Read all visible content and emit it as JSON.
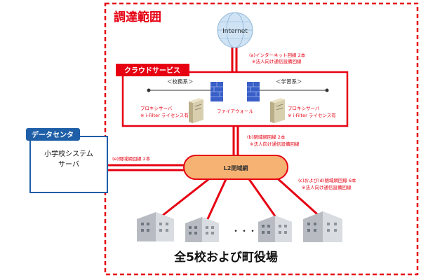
{
  "scope": {
    "title": "調達範囲"
  },
  "internet": {
    "label": "Internet"
  },
  "cloud": {
    "title": "クラウドサービス",
    "admin_label": "＜校務系＞",
    "study_label": "＜学習系＞",
    "firewall_label": "ファイアウォール",
    "proxy_left": {
      "line1": "プロキシサーバ",
      "line2": "※ i-Filter ライセンス有"
    },
    "proxy_right": {
      "line1": "プロキシサーバ",
      "line2": "※ i-Filter ライセンス有"
    }
  },
  "lines": {
    "a": {
      "line1": "(a)インターネット回線 2本",
      "line2": "※法人向け通信設備回線"
    },
    "b": {
      "line1": "(b)閉域網回線 2本",
      "line2": "※法人向け通信設備回線"
    },
    "e": {
      "line1": "(e)閉域網回線 2本"
    },
    "cd": {
      "line1": "(c)および(d)閉域網回線 6本",
      "line2": "※法人向け通信設備回線"
    }
  },
  "datacenter": {
    "title": "データセンタ",
    "line1": "小学校システム",
    "line2": "サーバ"
  },
  "l2": {
    "label": "L2閉域網"
  },
  "schools": {
    "ellipsis": "・・・",
    "caption": "全5校および町役場"
  },
  "colors": {
    "red": "#e60012",
    "blue": "#1f5fa8",
    "l2_fill": "#f6b273",
    "firewall": "#3a5fc8"
  }
}
